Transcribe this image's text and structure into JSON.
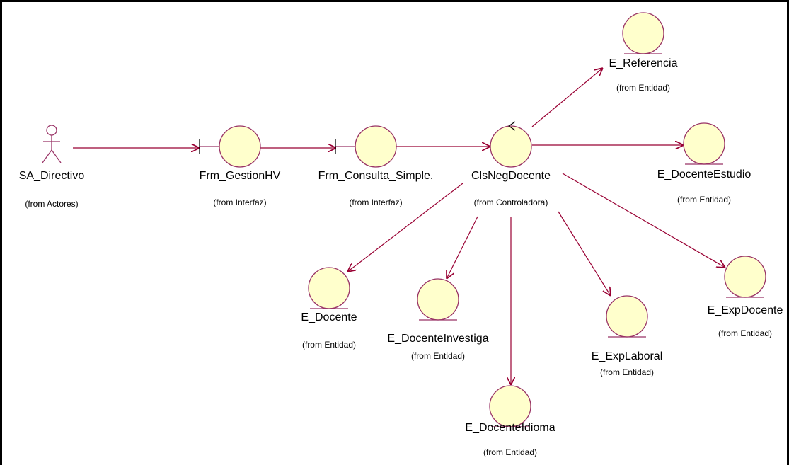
{
  "diagram": {
    "colors": {
      "entity_fill": "#FFFFCC",
      "entity_stroke": "#993366",
      "line": "#990033",
      "border": "#000000"
    },
    "nodes": [
      {
        "id": "sa_directivo",
        "kind": "actor",
        "name": "SA_Directivo",
        "from": "(from Actores)"
      },
      {
        "id": "frm_gestionhv",
        "kind": "boundary",
        "name": "Frm_GestionHV",
        "from": "(from Interfaz)"
      },
      {
        "id": "frm_consulta_simple",
        "kind": "boundary",
        "name": "Frm_Consulta_Simple.",
        "from": "(from Interfaz)"
      },
      {
        "id": "clsnegdocente",
        "kind": "control",
        "name": "ClsNegDocente",
        "from": "(from Controladora)"
      },
      {
        "id": "e_referencia",
        "kind": "entity",
        "name": "E_Referencia",
        "from": "(from Entidad)"
      },
      {
        "id": "e_docenteestudio",
        "kind": "entity",
        "name": "E_DocenteEstudio",
        "from": "(from Entidad)"
      },
      {
        "id": "e_docente",
        "kind": "entity",
        "name": "E_Docente",
        "from": "(from Entidad)"
      },
      {
        "id": "e_docenteinvestiga",
        "kind": "entity",
        "name": "E_DocenteInvestiga",
        "from": "(from Entidad)"
      },
      {
        "id": "e_docenteidioma",
        "kind": "entity",
        "name": "E_DocenteIdioma",
        "from": "(from Entidad)"
      },
      {
        "id": "e_explaboral",
        "kind": "entity",
        "name": "E_ExpLaboral",
        "from": "(from Entidad)"
      },
      {
        "id": "e_expdocente",
        "kind": "entity",
        "name": "E_ExpDocente",
        "from": "(from Entidad)"
      }
    ],
    "links": [
      {
        "from": "sa_directivo",
        "to": "frm_gestionhv"
      },
      {
        "from": "frm_gestionhv",
        "to": "frm_consulta_simple"
      },
      {
        "from": "frm_consulta_simple",
        "to": "clsnegdocente"
      },
      {
        "from": "clsnegdocente",
        "to": "e_referencia"
      },
      {
        "from": "clsnegdocente",
        "to": "e_docenteestudio"
      },
      {
        "from": "clsnegdocente",
        "to": "e_docente"
      },
      {
        "from": "clsnegdocente",
        "to": "e_docenteinvestiga"
      },
      {
        "from": "clsnegdocente",
        "to": "e_docenteidioma"
      },
      {
        "from": "clsnegdocente",
        "to": "e_explaboral"
      },
      {
        "from": "clsnegdocente",
        "to": "e_expdocente"
      }
    ]
  }
}
